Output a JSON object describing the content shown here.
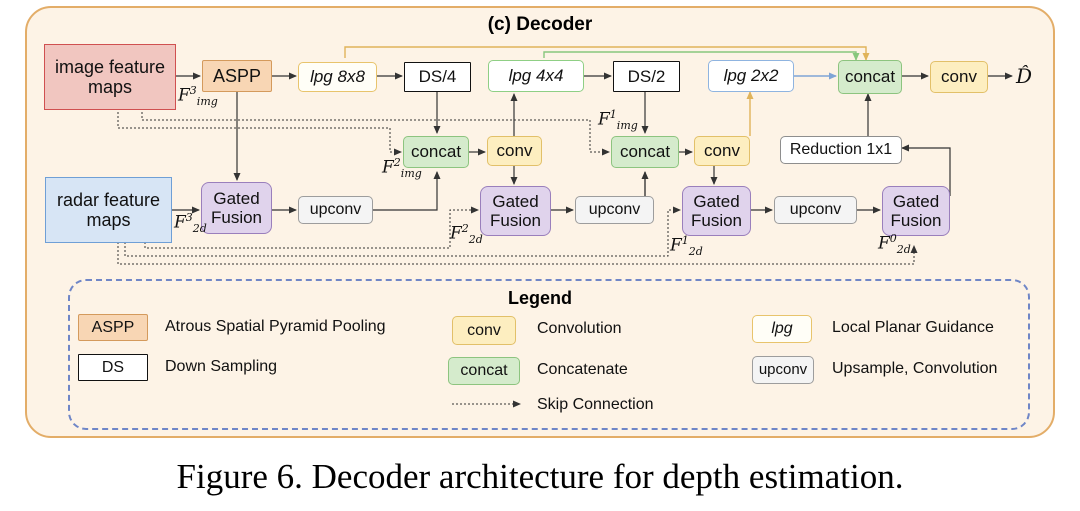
{
  "diagram": {
    "panel_title": "(c) Decoder",
    "inputs": {
      "image_maps": "image feature maps",
      "radar_maps": "radar feature maps"
    },
    "nodes": {
      "aspp": "ASPP",
      "lpg8": "lpg 8x8",
      "ds4": "DS/4",
      "lpg4": "lpg 4x4",
      "ds2": "DS/2",
      "lpg2": "lpg 2x2",
      "concat_top": "concat",
      "conv_out": "conv",
      "concat_a": "concat",
      "conv_a": "conv",
      "concat_b": "concat",
      "conv_b": "conv",
      "reduction": "Reduction 1x1",
      "gated_1": "Gated Fusion",
      "gated_2": "Gated Fusion",
      "gated_3": "Gated Fusion",
      "gated_4": "Gated Fusion",
      "upconv_1": "upconv",
      "upconv_2": "upconv",
      "upconv_3": "upconv"
    },
    "output": "D̂",
    "labels": {
      "f_img_3": {
        "base": "F",
        "sup": "3",
        "sub": "img"
      },
      "f_img_2": {
        "base": "F",
        "sup": "2",
        "sub": "img"
      },
      "f_img_1": {
        "base": "F",
        "sup": "1",
        "sub": "img"
      },
      "f_2d_3": {
        "base": "F",
        "sup": "3",
        "sub": "2d"
      },
      "f_2d_2": {
        "base": "F",
        "sup": "2",
        "sub": "2d"
      },
      "f_2d_1": {
        "base": "F",
        "sup": "1",
        "sub": "2d"
      },
      "f_2d_0": {
        "base": "F",
        "sup": "0",
        "sub": "2d"
      }
    }
  },
  "legend": {
    "title": "Legend",
    "items": [
      {
        "tag": "ASPP",
        "text": "Atrous Spatial Pyramid Pooling"
      },
      {
        "tag": "DS",
        "text": "Down Sampling"
      },
      {
        "tag": "conv",
        "text": "Convolution"
      },
      {
        "tag": "concat",
        "text": "Concatenate"
      },
      {
        "tag": "lpg",
        "text": "Local Planar Guidance"
      },
      {
        "tag": "upconv",
        "text": "Upsample, Convolution"
      }
    ],
    "skip_text": "Skip Connection"
  },
  "caption": "Figure 6. Decoder architecture for depth estimation.",
  "colors": {
    "panel_border": "#e3ad68",
    "legend_border": "#6f86c7",
    "gated_fill": "#e0d3ec",
    "concat_fill": "#d5ebcc",
    "conv_fill": "#fdeec0",
    "aspp_fill": "#f8d6b4"
  }
}
